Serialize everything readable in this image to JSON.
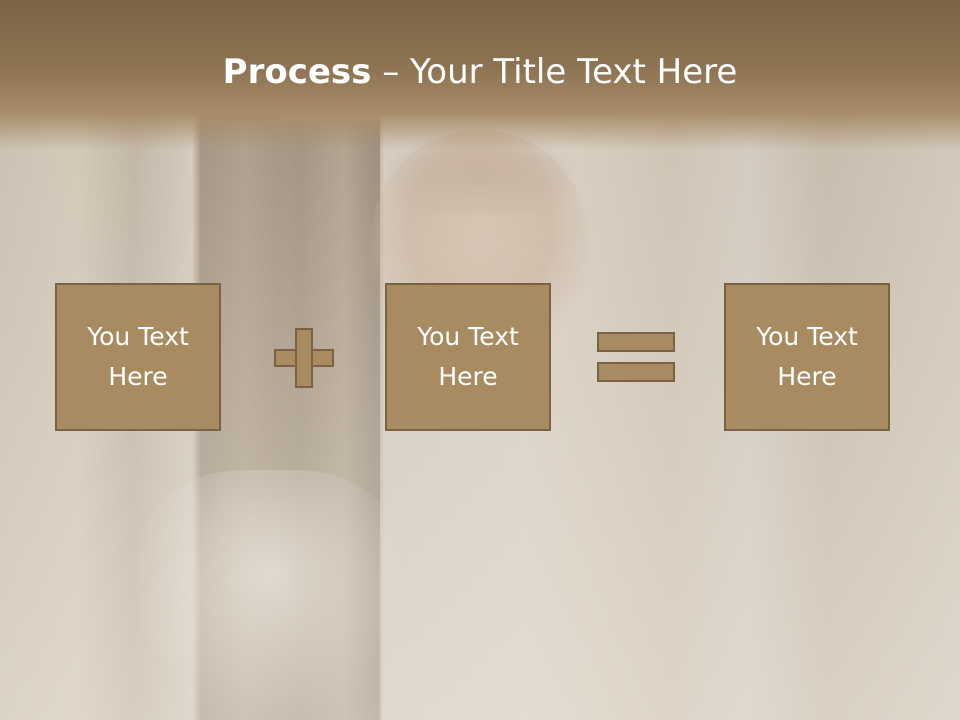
{
  "slide": {
    "title": {
      "bold_part": "Process",
      "dash": " – ",
      "rest": "Your Title Text Here"
    },
    "boxes": [
      {
        "text": "You Text\nHere"
      },
      {
        "text": "You Text\nHere"
      },
      {
        "text": "You Text\nHere"
      }
    ],
    "operators": [
      "plus-icon",
      "equals-icon"
    ],
    "colors": {
      "box_fill": "#a98b62",
      "box_border": "#7a6244",
      "title_band": "#8d7352",
      "text": "#ffffff"
    }
  }
}
